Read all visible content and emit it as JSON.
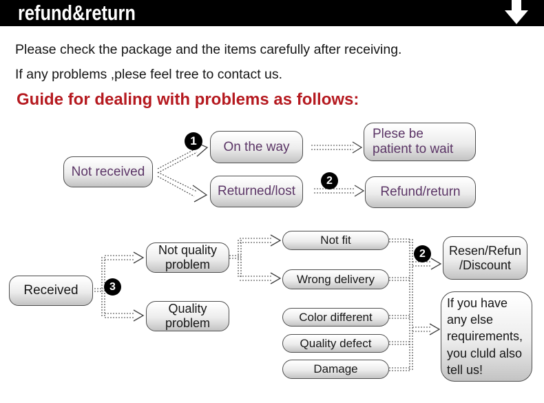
{
  "header": {
    "title": "refund&return",
    "arrow_icon": "down-arrow",
    "bg_color": "#000000",
    "text_color": "#ffffff"
  },
  "intro": {
    "line1": "Please check the package and the items carefully after receiving.",
    "line2": "If any problems ,plese feel tree to contact us."
  },
  "guide_heading": {
    "text": "Guide for dealing with problems as follows:",
    "color": "#b5191f"
  },
  "colors": {
    "box_border": "#4c4c4c",
    "box_fill_top": "#ffffff",
    "box_fill_bottom": "#c3c3c3",
    "flow1_text": "#5b3566",
    "flow2_text": "#151515",
    "connector": "#3d3d3d"
  },
  "flow1": {
    "nodes": {
      "not_received": "Not received",
      "on_the_way": "On the way",
      "returned_lost": "Returned/lost",
      "patient_wait": "Plese be\npatient to wait",
      "refund_return": "Refund/return"
    },
    "badges": {
      "b1": "1",
      "b2": "2"
    }
  },
  "flow2": {
    "nodes": {
      "received": "Received",
      "not_quality_problem": "Not quality\nproblem",
      "quality_problem": "Quality\nproblem",
      "not_fit": "Not fit",
      "wrong_delivery": "Wrong delivery",
      "color_different": "Color different",
      "quality_defect": "Quality defect",
      "damage": "Damage",
      "resen_refund_discount": "Resen/Refun\n/Discount",
      "other_requirements": "If you have\nany else\nrequirements,\nyou cluld also\ntell us!"
    },
    "badges": {
      "b3": "3",
      "b2": "2"
    }
  }
}
